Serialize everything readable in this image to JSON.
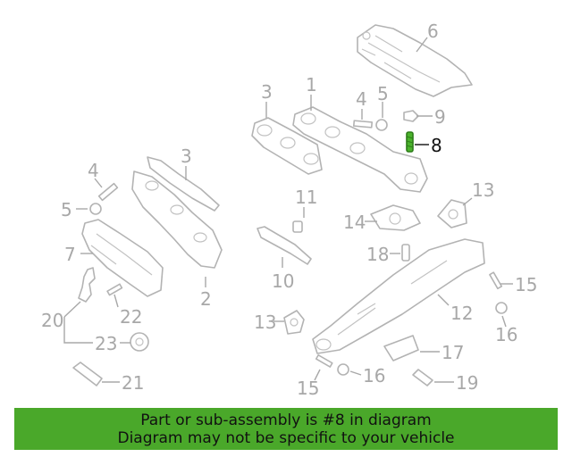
{
  "highlight_color": "#4aa82a",
  "label_color": "#a8a8a8",
  "callouts": [
    "6",
    "3",
    "1",
    "4",
    "5",
    "9",
    "8",
    "3",
    "4",
    "5",
    "7",
    "2",
    "11",
    "14",
    "13",
    "18",
    "10",
    "12",
    "15",
    "16",
    "17",
    "19",
    "13",
    "15",
    "16",
    "20",
    "22",
    "23",
    "21"
  ],
  "banner": {
    "line1": "Part or sub-assembly is #8 in diagram",
    "line2": "Diagram may not be specific to your vehicle"
  }
}
